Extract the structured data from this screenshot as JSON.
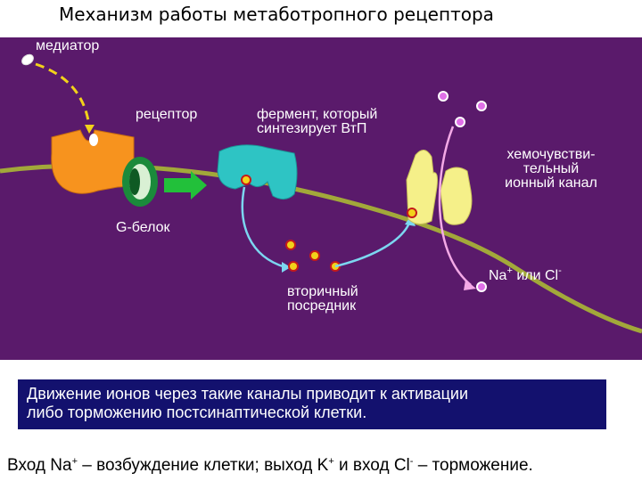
{
  "title": "Механизм работы метаботропного рецептора",
  "labels": {
    "mediator": "медиатор",
    "receptor": "рецептор",
    "g_protein": "G-белок",
    "enzyme_line1": "фермент, который",
    "enzyme_line2": "синтезирует ВтП",
    "channel_line1": "хемочувстви-",
    "channel_line2": "тельный",
    "channel_line3": "ионный канал",
    "messenger_line1": "вторичный",
    "messenger_line2": "посредник",
    "ion_na": "Na",
    "ion_na_sup": "+",
    "ion_or": " или Cl",
    "ion_cl_sup": "-"
  },
  "note": {
    "line1": "Движение ионов через такие каналы приводит к активации",
    "line2": "либо торможению постсинаптической клетки."
  },
  "bottom": {
    "p1": "Вход Na",
    "sup1": "+",
    "p2": " – возбуждение клетки; выход K",
    "sup2": "+",
    "p3": " и вход Cl",
    "sup3": "-",
    "p4": " – торможение."
  },
  "colors": {
    "background_panel": "#5a1a6b",
    "membrane": "#a2a83a",
    "receptor": "#f7931e",
    "g_protein": "#1b8a3b",
    "enzyme": "#2ec4c4",
    "channel": "#f5f089",
    "messenger": "#f2d21a",
    "ion": "#e070e8",
    "note_box": "#13116e"
  }
}
